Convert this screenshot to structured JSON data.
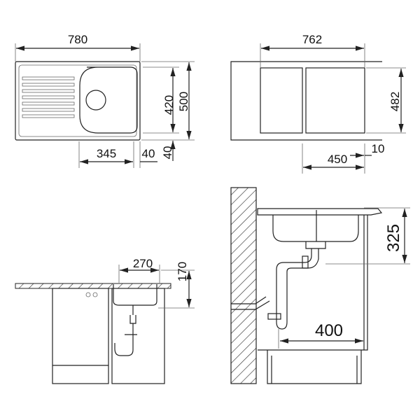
{
  "views": {
    "top_sink": {
      "width": "780",
      "depth": "500",
      "bowl_depth": "420",
      "bowl_width": "345",
      "edge_right": "40",
      "edge_bottom": "40"
    },
    "cutout": {
      "width": "762",
      "depth": "482",
      "offset": "10",
      "cabinet_min": "450"
    },
    "front_section": {
      "bowl_width": "270",
      "bowl_height": "170"
    },
    "side_section": {
      "depth": "325",
      "cabinet_width": "400"
    }
  },
  "colors": {
    "line": "#222222",
    "background": "#ffffff"
  }
}
